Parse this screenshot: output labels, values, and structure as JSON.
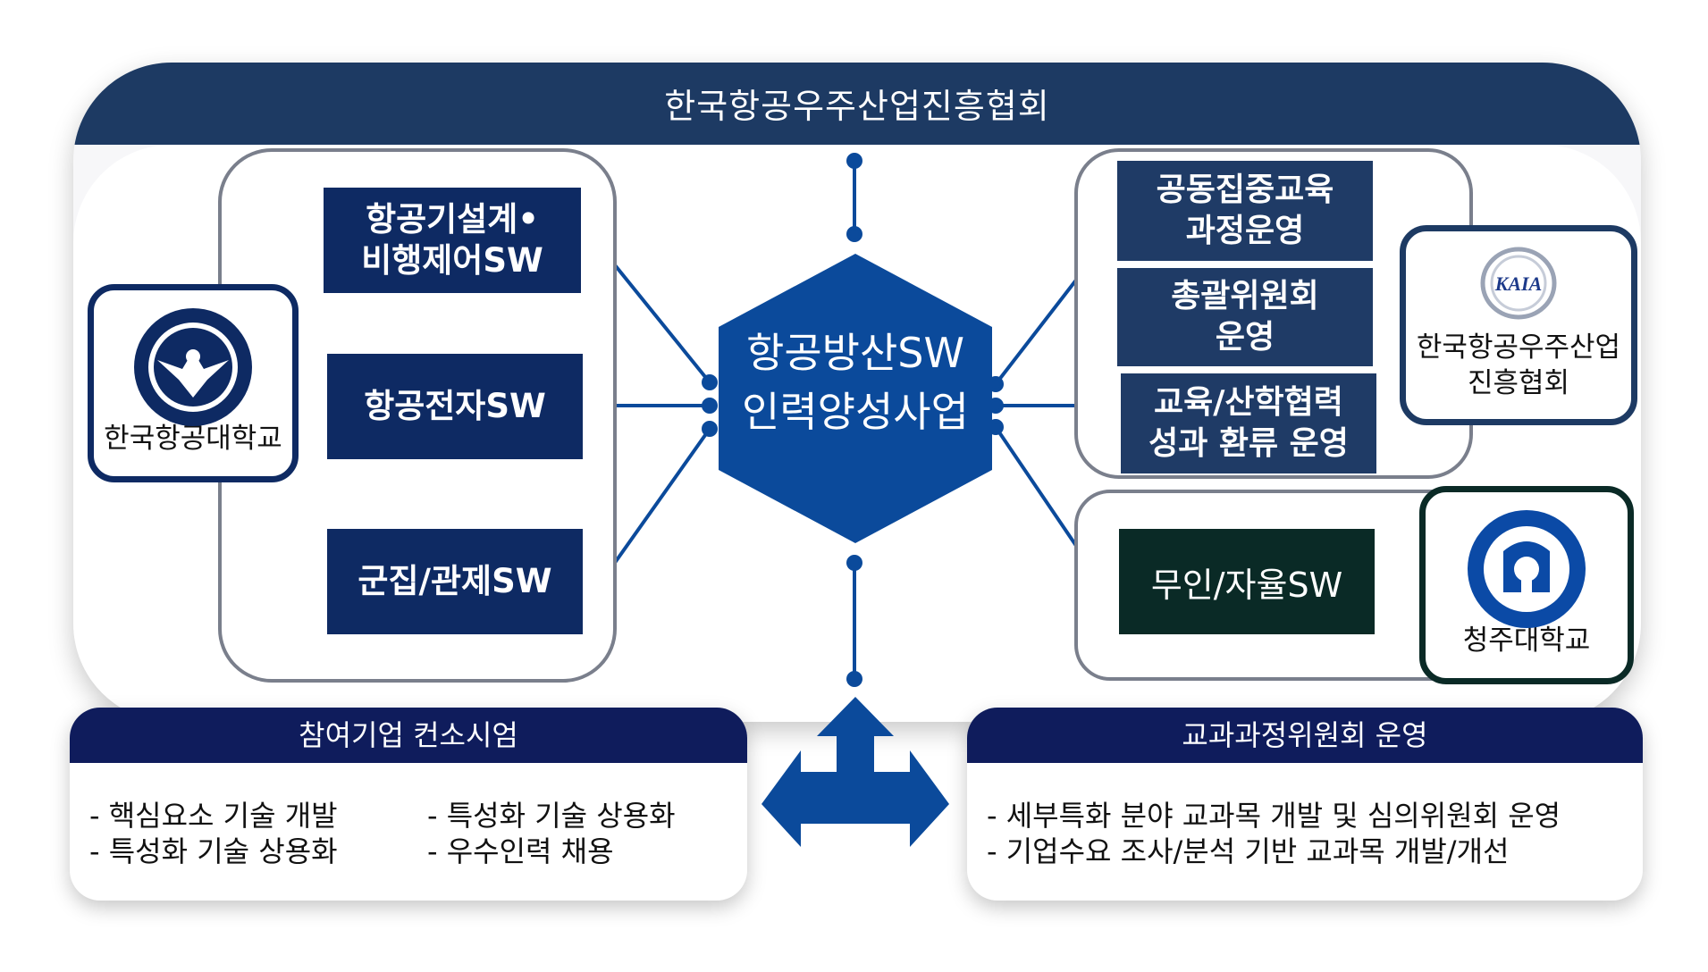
{
  "header": {
    "title": "한국항공우주산업진흥협회"
  },
  "center": {
    "title": "항공방산SW\n인력양성사업"
  },
  "left_group": {
    "boxes": [
      "항공기설계•\n비행제어SW",
      "항공전자SW",
      "군집/관제SW"
    ],
    "logo_name": "한국항공대학교"
  },
  "right_group_top": {
    "boxes": [
      "공동집중교육\n과정운영",
      "총괄위원회\n운영",
      "교육/산학협력\n성과 환류 운영"
    ],
    "logo_name": "한국항공우주산업\n진흥협회",
    "logo_mark": "KAIA"
  },
  "right_group_bottom": {
    "box": "무인/자율SW",
    "logo_name": "청주대학교"
  },
  "bottom_left": {
    "title": "참여기업 컨소시엄",
    "items": [
      "- 핵심요소 기술 개발",
      "- 특성화 기술 상용화",
      "- 특성화 기술 상용화",
      "- 우수인력 채용"
    ]
  },
  "bottom_right": {
    "title": "교과과정위원회 운영",
    "items": [
      "- 세부특화 분야 교과목 개발 및 심의위원회 운영",
      "- 기업수요 조사/분석 기반 교과목 개발/개선"
    ]
  },
  "colors": {
    "header_navy": "#1d3a63",
    "box_navy": "#0e2a63",
    "box_slate": "#1f3b66",
    "box_dark_green": "#0a2a26",
    "hexagon_blue": "#0b4a9b",
    "bottom_header": "#0f1c5c"
  }
}
